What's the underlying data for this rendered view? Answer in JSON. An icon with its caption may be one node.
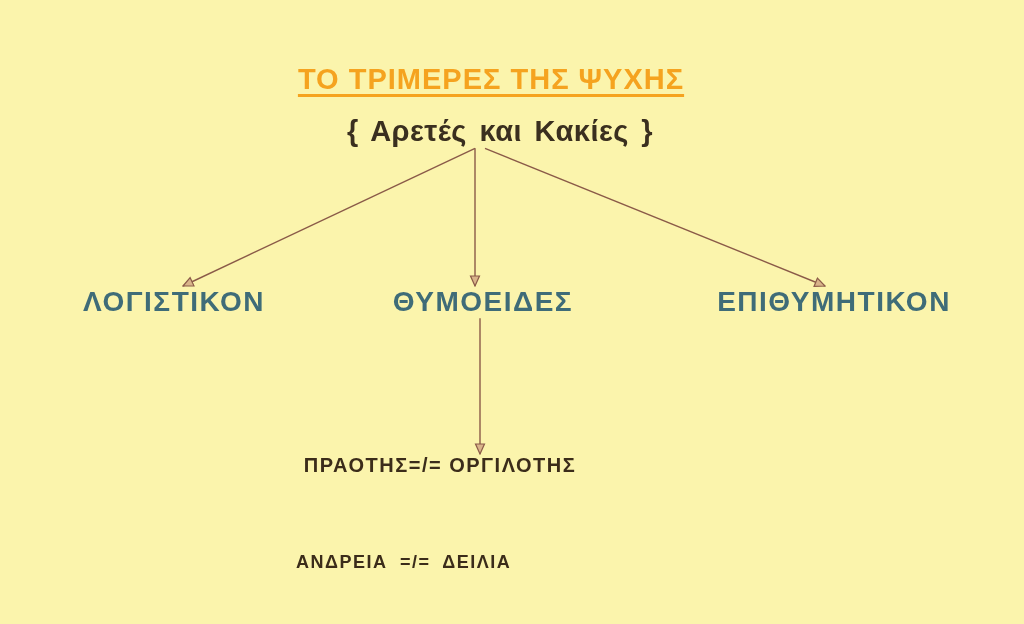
{
  "diagram": {
    "title": "ΤΟ ΤΡΙΜΕΡΕΣ ΤΗΣ ΨΥΧΗΣ",
    "nodes": [
      {
        "text": [
          "{ Αρετές και Κακίες }"
        ]
      },
      {
        "text": [
          "ΛΟΓΙΣΤΙΚΟΝ"
        ]
      },
      {
        "text": [
          "ΘΥΜΟΕΙΔΕΣ"
        ]
      },
      {
        "text": [
          "ΕΠΙΘΥΜΗΤΙΚΟΝ"
        ]
      },
      {
        "text": [
          "ΠΡΑΟΤΗΣ=/= ΟΡΓΙΛΟΤΗΣ"
        ]
      }
    ],
    "edges": [
      {
        "from": 0,
        "to": 1,
        "arrow": "to"
      },
      {
        "from": 0,
        "to": 2,
        "arrow": "to"
      },
      {
        "from": 0,
        "to": 3,
        "arrow": "to"
      },
      {
        "from": 2,
        "to": 4,
        "arrow": "to"
      }
    ],
    "labels": [
      "ΑΝΔΡΕΙΑ =/= ΔΕΙΛΙΑ"
    ]
  }
}
